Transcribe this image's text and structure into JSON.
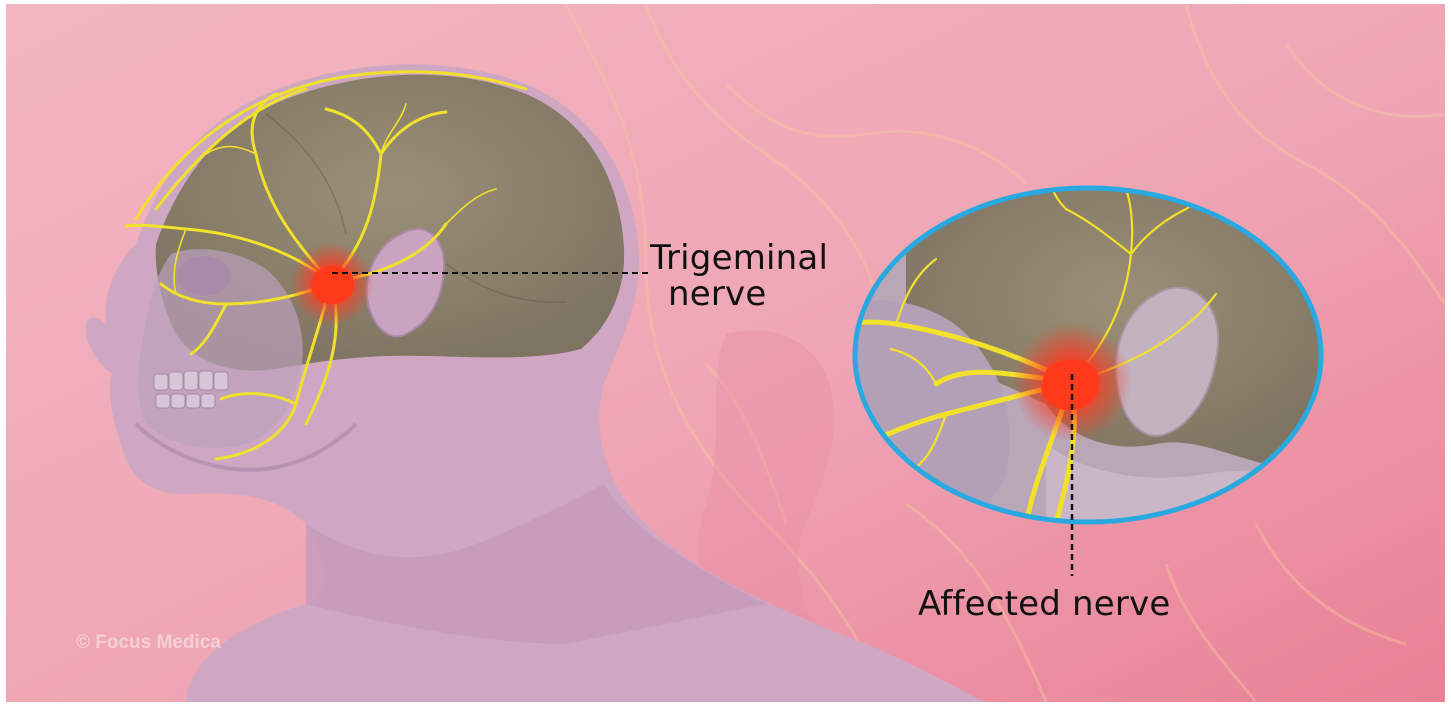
{
  "labels": {
    "trigeminal_line1": "Trigeminal",
    "trigeminal_line2": "nerve",
    "affected": "Affected nerve"
  },
  "watermark": "© Focus Medica",
  "colors": {
    "background": "#f0a6b4",
    "nerve": "#f2e12a",
    "inflamed": "#ff3a1a",
    "inset_ring": "#28a9e1",
    "skin": "#cfa9c4",
    "skull": "#8f836a"
  }
}
